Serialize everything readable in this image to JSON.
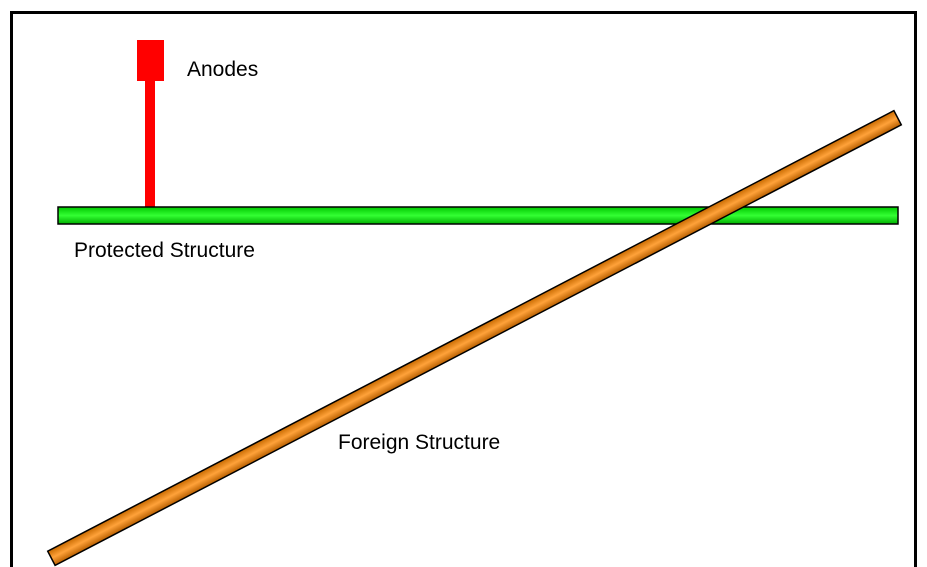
{
  "labels": {
    "anodes": "Anodes",
    "protected_structure": "Protected Structure",
    "foreign_structure": "Foreign Structure"
  },
  "colors": {
    "anode": "#ff0000",
    "protected_structure": "#00dd00",
    "foreign_structure": "#ee8a10",
    "outline": "#000000",
    "frame": "#000000"
  }
}
